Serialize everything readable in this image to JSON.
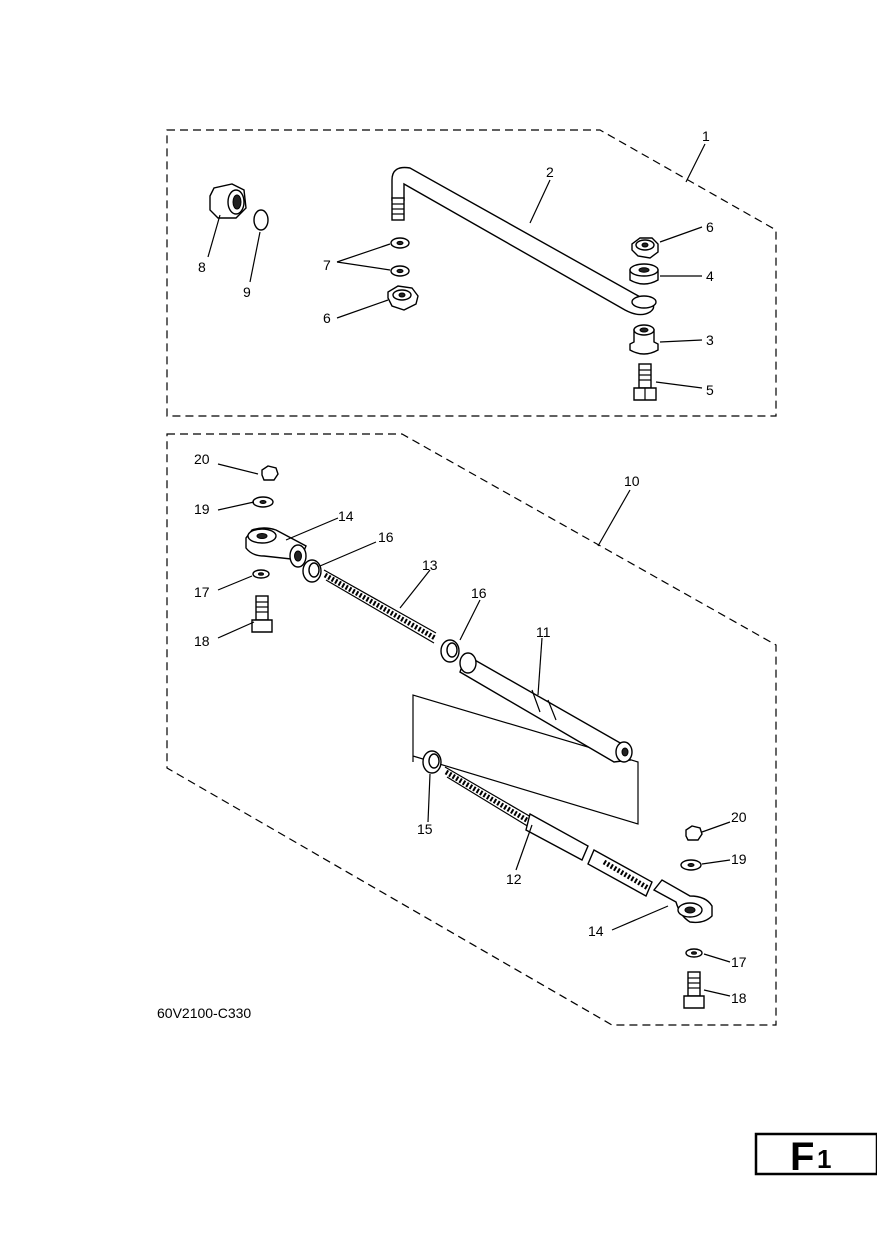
{
  "diagram": {
    "drawing_code": "60V2100-C330",
    "page_badge": {
      "letter": "F",
      "number": "1"
    },
    "callouts": {
      "c1": "1",
      "c2": "2",
      "c3": "3",
      "c4": "4",
      "c5": "5",
      "c6a": "6",
      "c6b": "6",
      "c7": "7",
      "c8": "8",
      "c9": "9",
      "c10": "10",
      "c11": "11",
      "c12": "12",
      "c13": "13",
      "c14a": "14",
      "c14b": "14",
      "c15": "15",
      "c16a": "16",
      "c16b": "16",
      "c17a": "17",
      "c17b": "17",
      "c18a": "18",
      "c18b": "18",
      "c19a": "19",
      "c19b": "19",
      "c20a": "20",
      "c20b": "20"
    }
  }
}
